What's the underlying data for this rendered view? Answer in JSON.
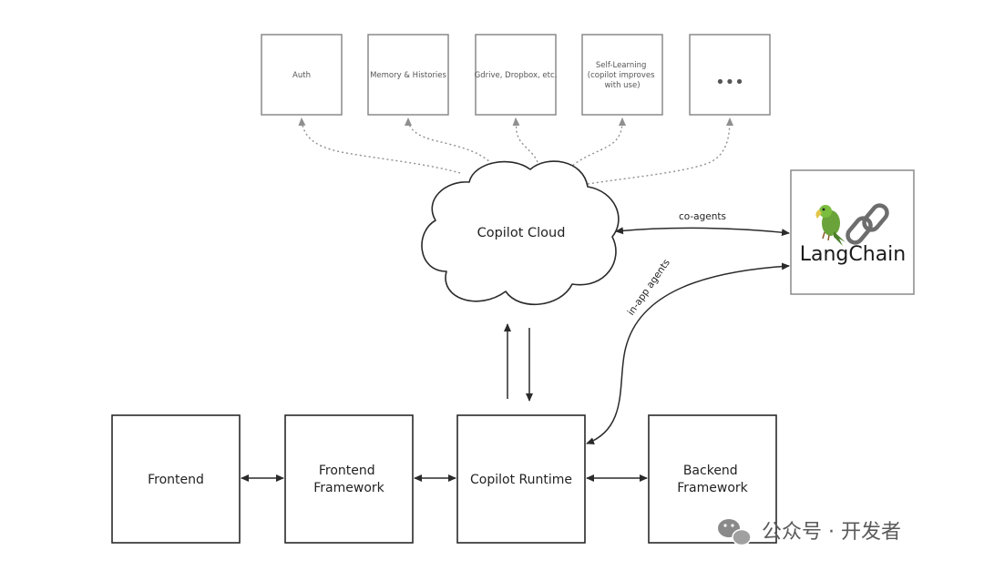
{
  "services": [
    {
      "id": "auth",
      "lines": [
        "Auth"
      ]
    },
    {
      "id": "memory",
      "lines": [
        "Memory & Histories"
      ]
    },
    {
      "id": "storage",
      "lines": [
        "Gdrive, Dropbox, etc."
      ]
    },
    {
      "id": "self-learning",
      "lines": [
        "Self-Learning",
        "(copilot improves",
        "with use)"
      ]
    },
    {
      "id": "more",
      "lines": [
        "•••"
      ]
    }
  ],
  "cloud": {
    "label": "Copilot Cloud"
  },
  "langchain": {
    "label": "LangChain",
    "icons": [
      "parrot-icon",
      "chain-link-icon"
    ]
  },
  "edges": {
    "co_agents": "co-agents",
    "in_app_agents": "in-app agents"
  },
  "components": [
    {
      "id": "frontend",
      "lines": [
        "Frontend"
      ]
    },
    {
      "id": "frontend-framework",
      "lines": [
        "Frontend",
        "Framework"
      ]
    },
    {
      "id": "copilot-runtime",
      "lines": [
        "Copilot Runtime"
      ]
    },
    {
      "id": "backend-framework",
      "lines": [
        "Backend",
        "Framework"
      ]
    }
  ],
  "watermark": {
    "text": "公众号 · 开发者",
    "icon": "wechat-icon"
  },
  "colors": {
    "stroke": "#2a2a2a",
    "light_stroke": "#8a8a8a",
    "dotted": "#8f8f8f"
  }
}
